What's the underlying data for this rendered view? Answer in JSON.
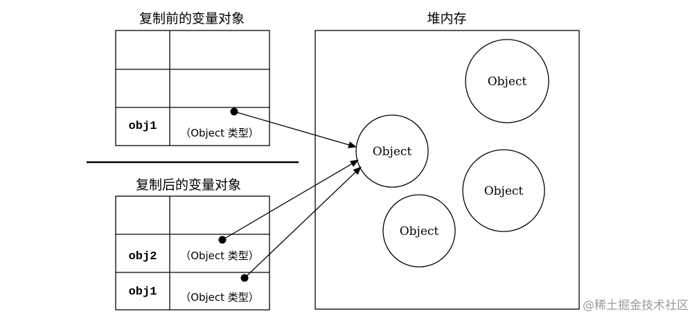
{
  "before": {
    "title": "复制前的变量对象",
    "rows": [
      {
        "name": "",
        "value": ""
      },
      {
        "name": "",
        "value": ""
      },
      {
        "name": "obj1",
        "value": "（Object 类型）"
      }
    ]
  },
  "after": {
    "title": "复制后的变量对象",
    "rows": [
      {
        "name": "",
        "value": ""
      },
      {
        "name": "obj2",
        "value": "（Object 类型）"
      },
      {
        "name": "obj1",
        "value": "（Object 类型）"
      }
    ]
  },
  "heap": {
    "title": "堆内存",
    "objects": [
      "Object",
      "Object",
      "Object",
      "Object"
    ]
  },
  "watermark": "@稀土掘金技术社区",
  "colors": {
    "line": "#000000",
    "text": "#000000",
    "watermark": "#9a9a9a"
  }
}
